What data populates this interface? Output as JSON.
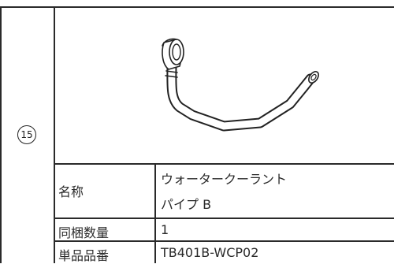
{
  "item_index": "15",
  "table": {
    "rows": [
      {
        "label": "名称",
        "value_line1": "ウォータークーラント",
        "value_line2": "パイプ B"
      },
      {
        "label": "同梱数量",
        "value": "1"
      },
      {
        "label": "単品品番",
        "value": "TB401B-WCP02"
      }
    ]
  },
  "illustration": {
    "icon": "coolant-pipe-illustration"
  }
}
